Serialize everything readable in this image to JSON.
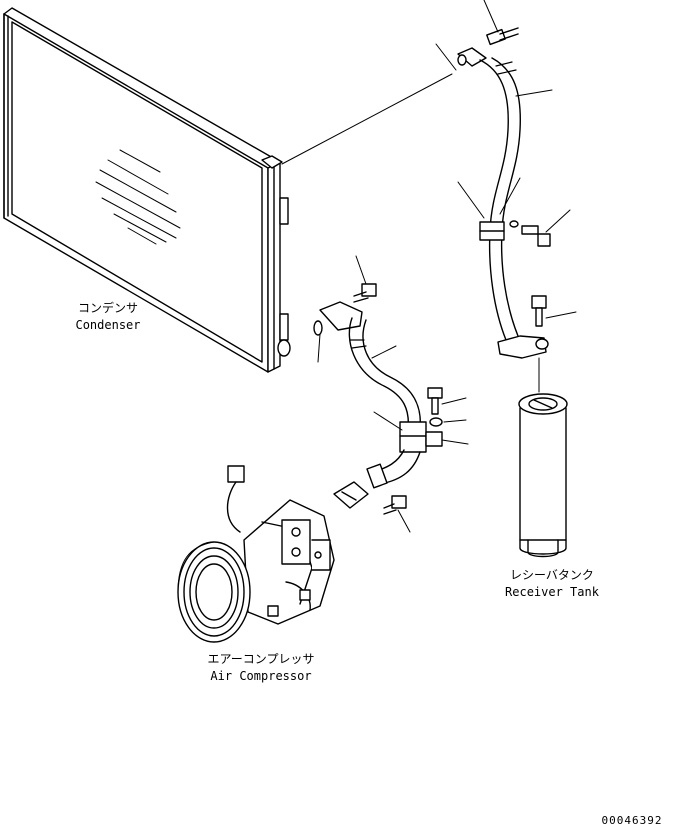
{
  "labels": {
    "condenser_jp": "コンデンサ",
    "condenser_en": "Condenser",
    "receiver_jp": "レシーバタンク",
    "receiver_en": "Receiver Tank",
    "compressor_jp": "エアーコンプレッサ",
    "compressor_en": "Air Compressor",
    "drawing_number": "00046392"
  },
  "colors": {
    "line": "#000000",
    "background": "#ffffff"
  }
}
